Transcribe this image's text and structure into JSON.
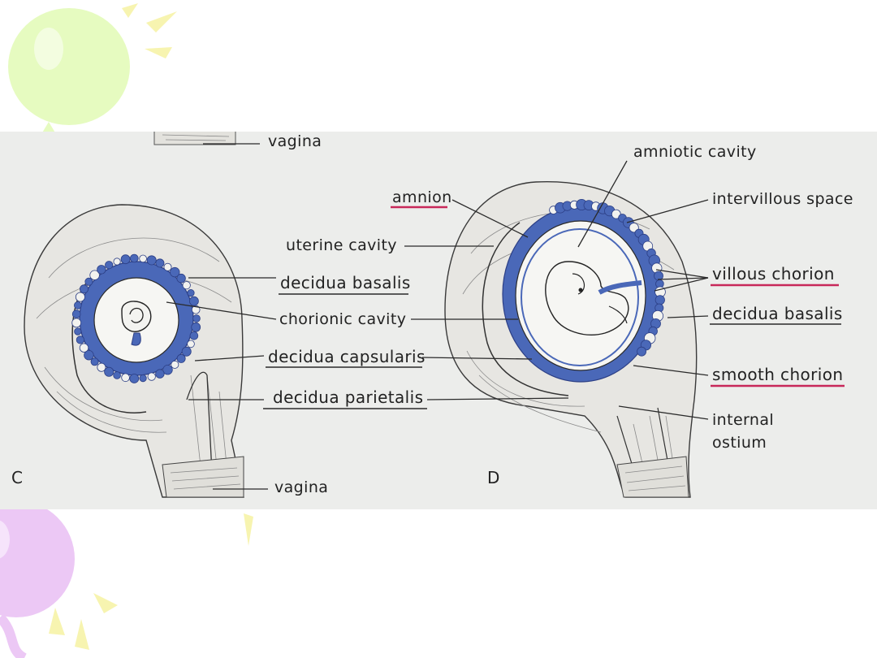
{
  "colors": {
    "panel_background": "#ecedeb",
    "tissue_blue": "#4a68b8",
    "underline_red": "#c8285a",
    "balloon_green": "#e6fbc0",
    "balloon_violet": "#ecc8f5",
    "sparkle_yellow": "#f7f4b0"
  },
  "decorations": [
    "balloon-green-icon",
    "balloon-violet-icon",
    "sparkle-rays-icon"
  ],
  "panel_c": {
    "letter": "C",
    "labels": {
      "vagina_top": "vagina",
      "uterine_cavity": "uterine cavity",
      "decidua_basalis": "decidua basalis",
      "chorionic_cavity": "chorionic cavity",
      "decidua_capsularis": "decidua capsularis",
      "decidua_parietalis": "decidua parietalis",
      "vagina_bottom": "vagina"
    }
  },
  "panel_d": {
    "letter": "D",
    "labels": {
      "amnion": "amnion",
      "amniotic_cavity": "amniotic cavity",
      "intervillous_space": "intervillous space",
      "villous_chorion": "villous chorion",
      "decidua_basalis": "decidua basalis",
      "smooth_chorion": "smooth chorion",
      "internal_ostium_line1": "internal",
      "internal_ostium_line2": "ostium"
    }
  }
}
